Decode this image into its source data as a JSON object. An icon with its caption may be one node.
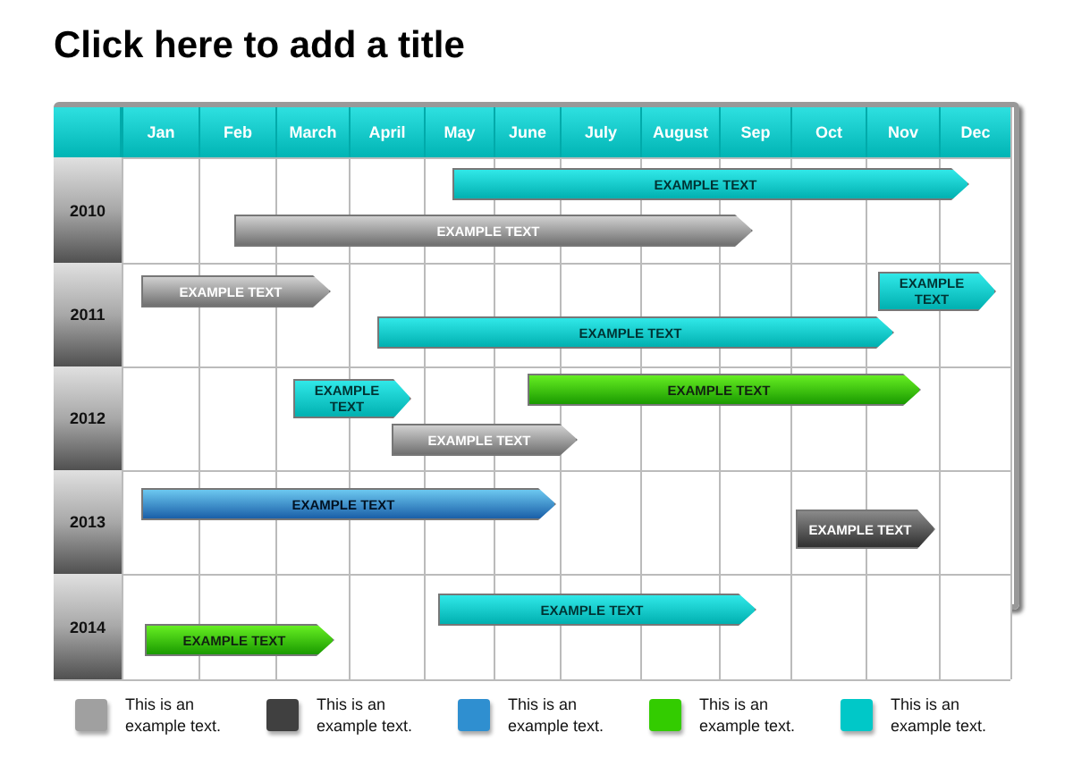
{
  "diagram": {
    "title": "Click here to add a title",
    "nodes": [
      {
        "text": [
          "EXAMPLE TEXT"
        ]
      },
      {
        "text": [
          "EXAMPLE TEXT"
        ]
      },
      {
        "text": [
          "EXAMPLE TEXT"
        ]
      },
      {
        "text": [
          "EXAMPLE TEXT"
        ]
      },
      {
        "text": [
          "EXAMPLE TEXT"
        ]
      },
      {
        "text": [
          "EXAMPLE TEXT"
        ]
      },
      {
        "text": [
          "EXAMPLE TEXT"
        ]
      },
      {
        "text": [
          "EXAMPLE TEXT"
        ]
      },
      {
        "text": [
          "EXAMPLE TEXT"
        ]
      },
      {
        "text": [
          "EXAMPLE TEXT"
        ]
      },
      {
        "text": [
          "EXAMPLE TEXT"
        ]
      },
      {
        "text": [
          "EXAMPLE TEXT"
        ]
      }
    ],
    "edges": [],
    "labels": [
      "Jan",
      "Feb",
      "March",
      "April",
      "May",
      "June",
      "July",
      "August",
      "Sep",
      "Oct",
      "Nov",
      "Dec",
      "2010",
      "2011",
      "2012",
      "2013",
      "2014"
    ],
    "legend": [
      {
        "text": "This is an example text.",
        "color": "#a0a0a0"
      },
      {
        "text": "This is an example text.",
        "color": "#404040"
      },
      {
        "text": "This is an example text.",
        "color": "#2f8fd0"
      },
      {
        "text": "This is an example text.",
        "color": "#33cc00"
      },
      {
        "text": "This is an example text.",
        "color": "#00c8c8"
      }
    ]
  }
}
